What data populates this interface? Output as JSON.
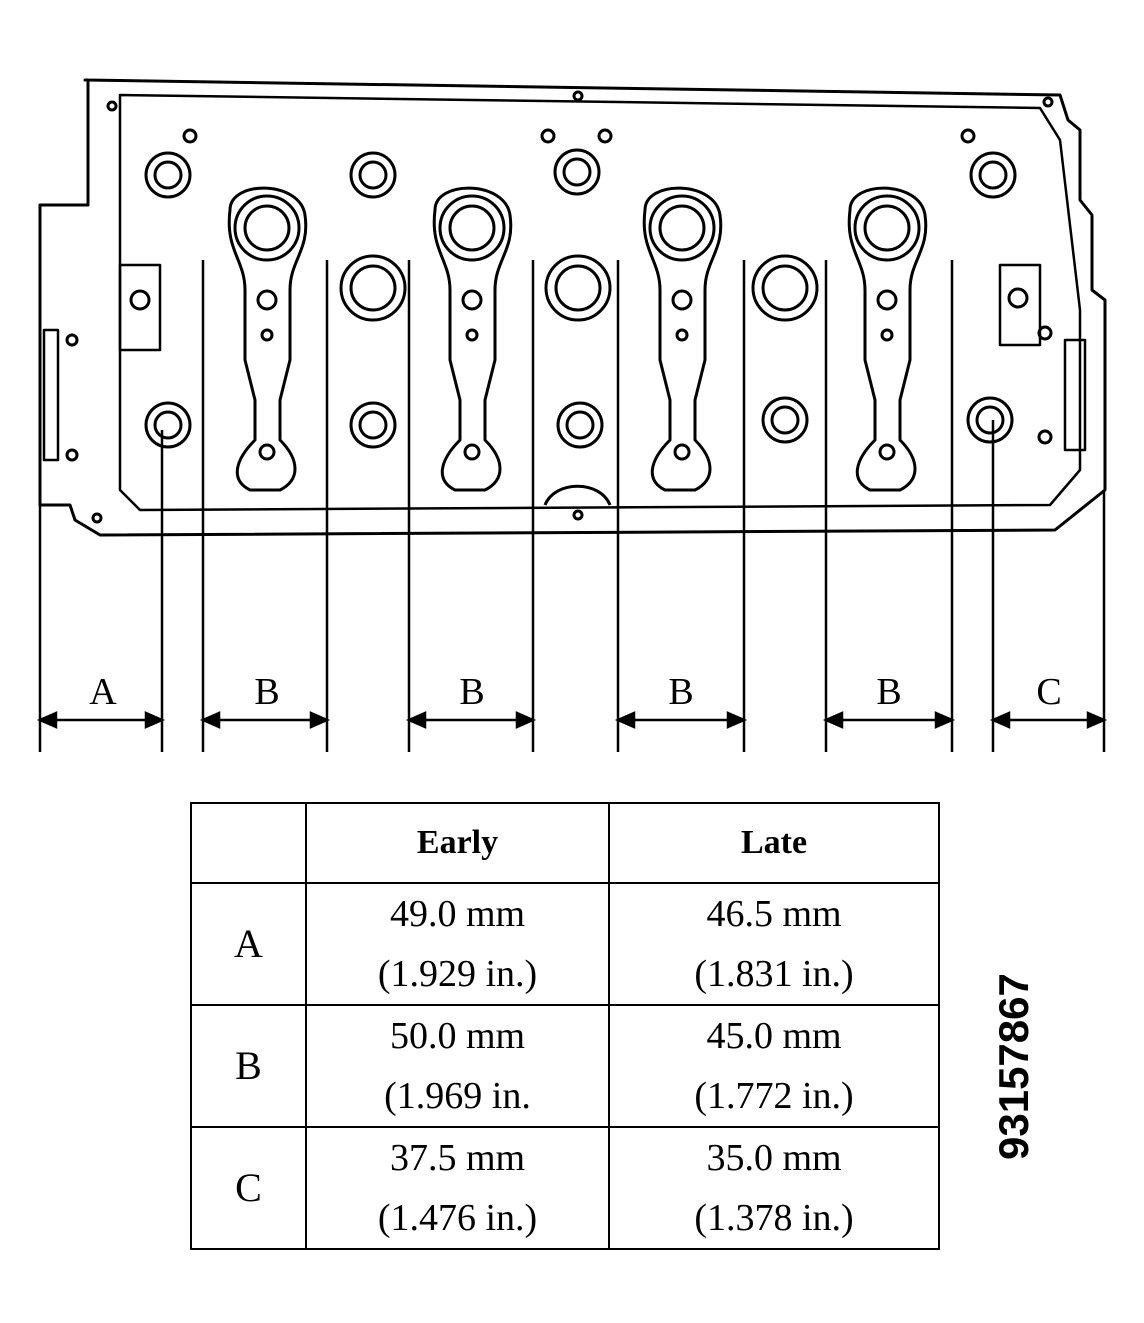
{
  "diagram": {
    "dimension_labels": [
      "A",
      "B",
      "B",
      "B",
      "B",
      "C"
    ]
  },
  "table": {
    "headers": [
      "",
      "Early",
      "Late"
    ],
    "rows": [
      {
        "key": "A",
        "early_mm": "49.0 mm",
        "early_in": "(1.929 in.)",
        "late_mm": "46.5 mm",
        "late_in": "(1.831 in.)"
      },
      {
        "key": "B",
        "early_mm": "50.0 mm",
        "early_in": "(1.969 in.",
        "late_mm": "45.0 mm",
        "late_in": "(1.772 in.)"
      },
      {
        "key": "C",
        "early_mm": "37.5 mm",
        "early_in": "(1.476 in.)",
        "late_mm": "35.0 mm",
        "late_in": "(1.378 in.)"
      }
    ]
  },
  "figure_number": "93157867"
}
